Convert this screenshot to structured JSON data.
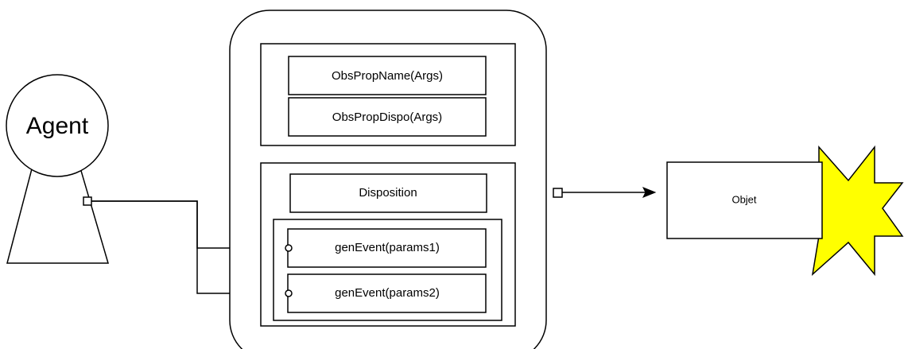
{
  "agent": {
    "label": "Agent"
  },
  "artifact": {
    "observable_properties": [
      "ObsPropName(Args)",
      "ObsPropDispo(Args)"
    ],
    "disposition": "Disposition",
    "operations": [
      "genEvent(params1)",
      "genEvent(params2)"
    ]
  },
  "objet": {
    "label": "Objet"
  },
  "colors": {
    "stroke": "#000000",
    "star_fill": "#ffff00",
    "background": "#ffffff"
  }
}
